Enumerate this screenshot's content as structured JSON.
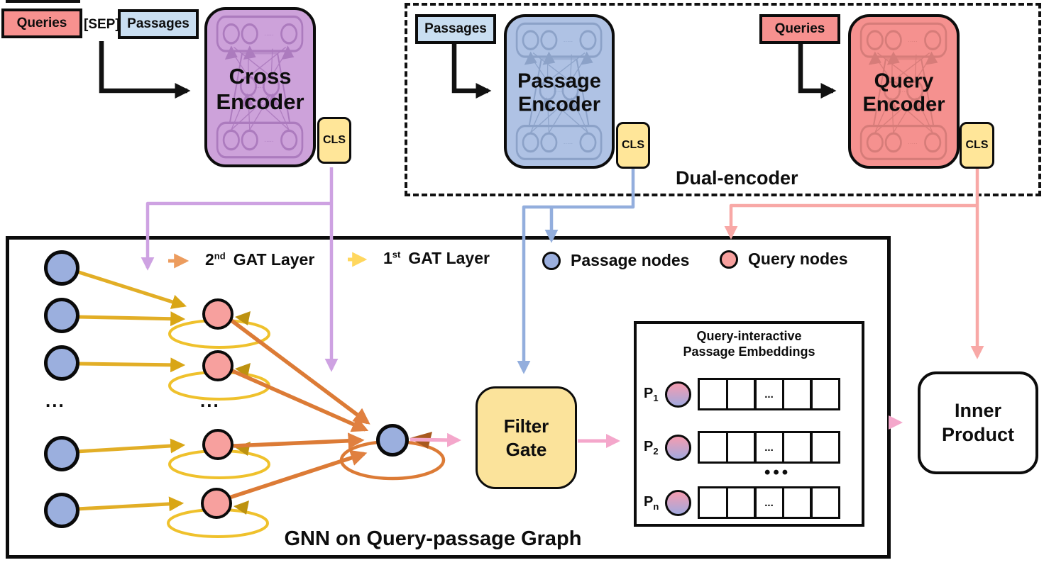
{
  "top_left": {
    "queries": "Queries",
    "sep": "[SEP]",
    "passages": "Passages",
    "encoder_line1": "Cross",
    "encoder_line2": "Encoder",
    "cls": "CLS"
  },
  "dual": {
    "label": "Dual-encoder",
    "passages": "Passages",
    "queries": "Queries",
    "passage_encoder_line1": "Passage",
    "passage_encoder_line2": "Encoder",
    "query_encoder_line1": "Query",
    "query_encoder_line2": "Encoder",
    "cls_passage": "CLS",
    "cls_query": "CLS"
  },
  "gnn": {
    "label": "GNN on Query-passage Graph",
    "dots_left": "...",
    "dots_mid": "...",
    "legend": {
      "gat2_num": "2",
      "gat2_sup": "nd",
      "gat2_label": "GAT Layer",
      "gat1_num": "1",
      "gat1_sup": "st",
      "gat1_label": "GAT Layer",
      "passage_nodes": "Passage nodes",
      "query_nodes": "Query nodes"
    }
  },
  "filter_gate": {
    "line1": "Filter",
    "line2": "Gate"
  },
  "embeddings": {
    "title_line1": "Query-interactive",
    "title_line2": "Passage Embeddings",
    "between_dots": "•••",
    "rows": [
      {
        "base": "P",
        "sub": "1",
        "cell_dots": "..."
      },
      {
        "base": "P",
        "sub": "2",
        "cell_dots": "..."
      },
      {
        "base": "P",
        "sub": "n",
        "cell_dots": "..."
      }
    ]
  },
  "inner_product": {
    "line1": "Inner",
    "line2": "Product"
  },
  "colors": {
    "cross_encoder_fill": "#CDA2DA",
    "passage_encoder_fill": "#AFC2E4",
    "query_encoder_fill": "#F5918F",
    "cls_fill": "#FFE699",
    "filter_gate_fill": "#FBE39B",
    "queries_box_fill": "#F7918F",
    "passages_box_fill": "#C9DEF1",
    "passage_node_fill": "#9BAFDE",
    "query_node_fill": "#F7A09E",
    "gat1_edge": "#E2AE26",
    "gat2_edge": "#DC7B36",
    "cross_cls_line": "#CEA2E2",
    "passage_cls_line": "#93AEDD",
    "query_cls_line": "#F8A8A6",
    "gate_arrow": "#F4A7CB"
  }
}
